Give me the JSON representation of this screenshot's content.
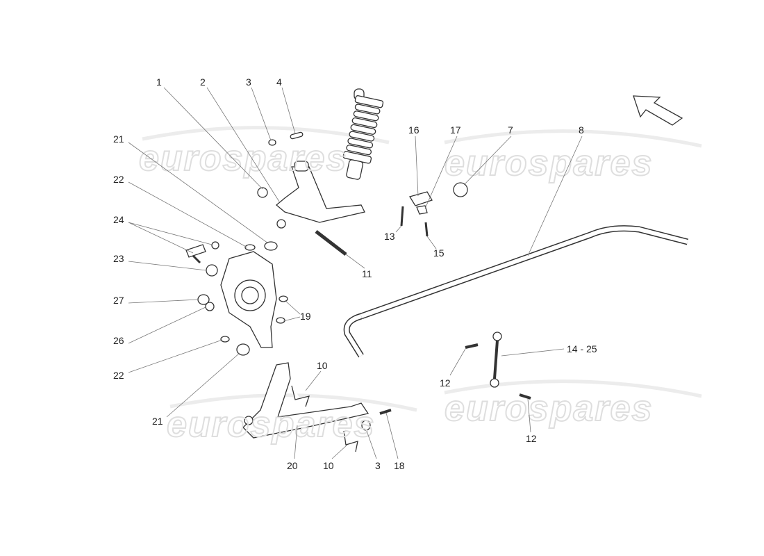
{
  "watermark": "eurospares",
  "labels": {
    "l1": "1",
    "l2": "2",
    "l3a": "3",
    "l4": "4",
    "l16": "16",
    "l17": "17",
    "l7": "7",
    "l8": "8",
    "l21a": "21",
    "l22a": "22",
    "l24": "24",
    "l23": "23",
    "l27": "27",
    "l26": "26",
    "l22b": "22",
    "l21b": "21",
    "l13": "13",
    "l15": "15",
    "l11": "11",
    "l19": "19",
    "l10a": "10",
    "l1425": "14 - 25",
    "l12a": "12",
    "l12b": "12",
    "l20": "20",
    "l10b": "10",
    "l3b": "3",
    "l18": "18"
  },
  "icons": {
    "direction": "arrow-icon"
  }
}
